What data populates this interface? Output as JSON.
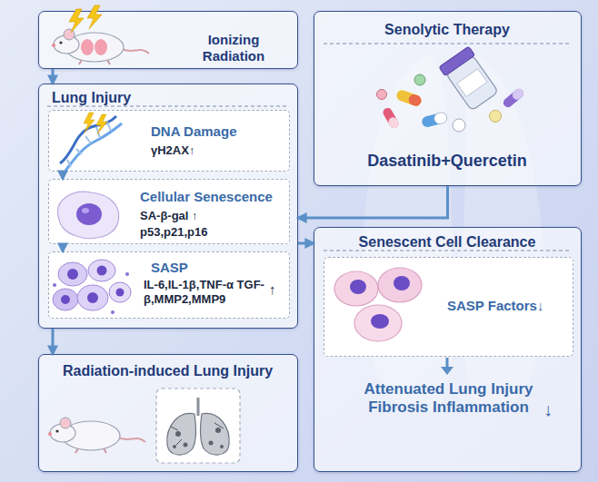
{
  "diagram": {
    "nodes": [
      {
        "text": [
          "Ionizing Radiation"
        ]
      },
      {
        "text": [
          "Senolytic Therapy",
          "Dasatinib+Quercetin"
        ]
      },
      {
        "text": [
          "Lung Injury"
        ]
      },
      {
        "text": [
          "DNA Damage",
          "γH2AX↑"
        ],
        "in": 2
      },
      {
        "text": [
          "Cellular Senescence",
          "SA-β-gal ↑",
          "p53,p21,p16"
        ],
        "in": 2
      },
      {
        "text": [
          "SASP",
          "IL-6,IL-1β,TNF-α TGF-β,MMP2,MMP9",
          "↑"
        ],
        "in": 2
      },
      {
        "text": [
          "Senescent Cell Clearance",
          "Attenuated Lung Injury Fibrosis Inflammation",
          "↓"
        ]
      },
      {
        "text": [
          "SASP Factors↓"
        ],
        "in": 6
      },
      {
        "text": [
          "Radiation-induced Lung Injury"
        ]
      }
    ],
    "edges": [
      {
        "from": 0,
        "to": 2,
        "arrow": "to"
      },
      {
        "from": 3,
        "to": 4,
        "arrow": "to"
      },
      {
        "from": 4,
        "to": 5,
        "arrow": "to"
      },
      {
        "from": 2,
        "to": 8,
        "arrow": "to"
      },
      {
        "from": 1,
        "to": 2,
        "arrow": "to"
      },
      {
        "from": 2,
        "to": 6,
        "arrow": "to"
      }
    ]
  }
}
